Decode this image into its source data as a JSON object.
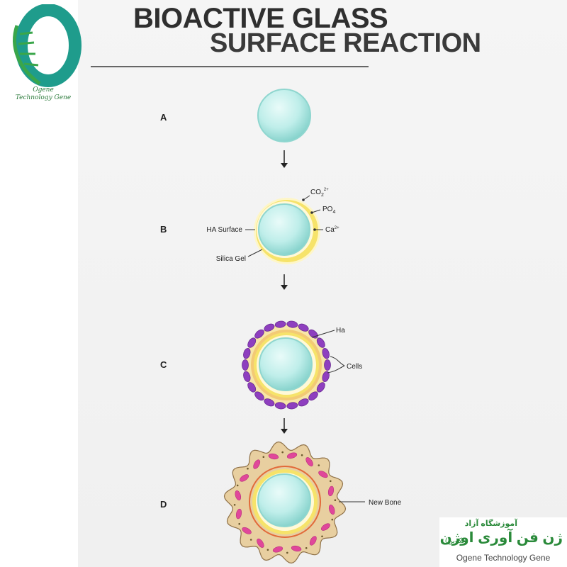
{
  "title": {
    "line1": "BIOACTIVE GLASS",
    "line2": "SURFACE REACTION"
  },
  "steps": [
    {
      "letter": "A"
    },
    {
      "letter": "B"
    },
    {
      "letter": "C"
    },
    {
      "letter": "D"
    }
  ],
  "labels": {
    "co2": "CO",
    "co2_sub": "2",
    "co2_sup": "2+",
    "po4": "PO",
    "po4_sub": "4",
    "ca": "Ca",
    "ca_sup": "2+",
    "ha_surface": "HA Surface",
    "silica_gel": "Silica Gel",
    "ha": "Ha",
    "cells": "Cells",
    "new_bone": "New Bone"
  },
  "logo": {
    "text_line1": "Ogene",
    "text_line2": "Technology Gene"
  },
  "watermark": {
    "small": "آموزشگاه آزاد",
    "big": "ژن فن آوری اوژن",
    "paren": "(تکوین)",
    "english": "Ogene Technology Gene"
  },
  "colors": {
    "glass": "#bfeeea",
    "glass_edge": "#7fcfc8",
    "yellow": "#f6e36a",
    "orange_ring": "#f0b24a",
    "purple": "#8e3fbf",
    "bone": "#e8cfa0",
    "pink": "#e0479a",
    "logo_green": "#2a8a3a",
    "logo_teal": "#1f9c8c"
  }
}
